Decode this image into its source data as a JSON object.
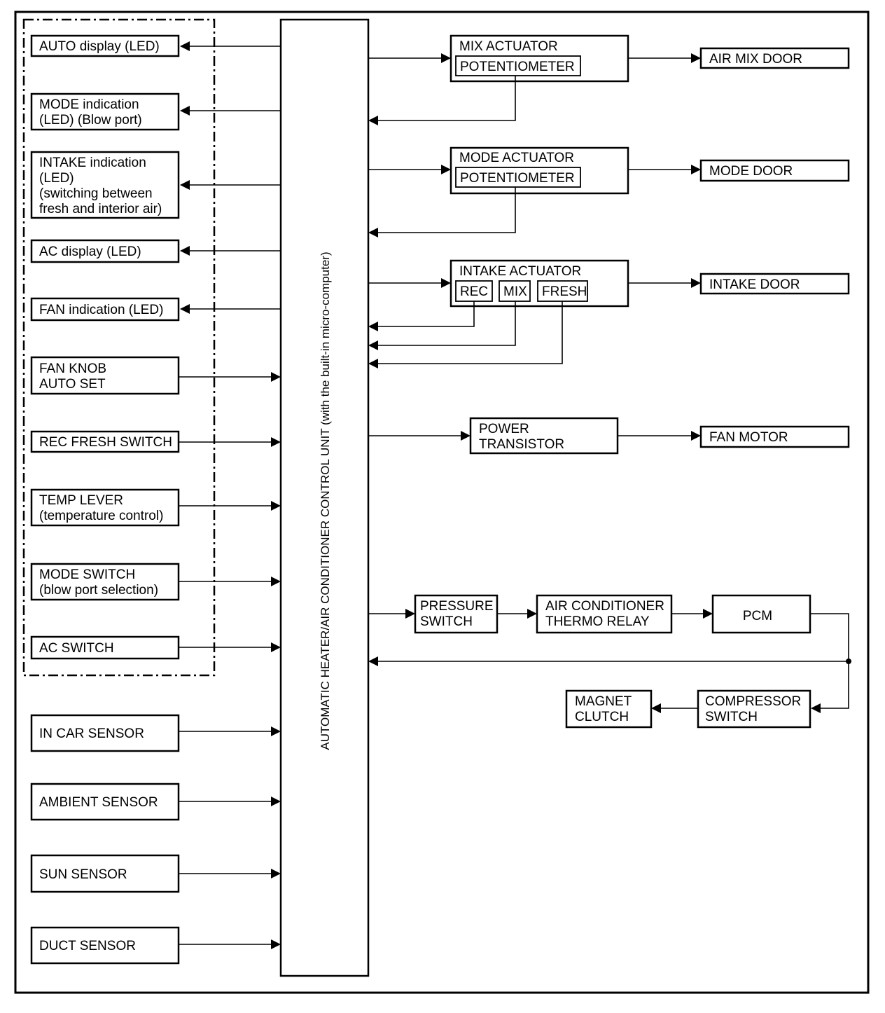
{
  "control_unit": "AUTOMATIC HEATER/AIR CONDITIONER CONTROL UNIT (with the built-in micro-computer)",
  "outputs_left": [
    [
      "AUTO display (LED)"
    ],
    [
      "MODE indication",
      "(LED) (Blow port)"
    ],
    [
      "INTAKE indication",
      "(LED)",
      "(switching between",
      "fresh and interior air)"
    ],
    [
      "AC display (LED)"
    ],
    [
      "FAN indication (LED)"
    ]
  ],
  "inputs_left": [
    [
      "FAN KNOB",
      "AUTO SET"
    ],
    [
      "REC FRESH SWITCH"
    ],
    [
      "TEMP LEVER",
      "(temperature control)"
    ],
    [
      "MODE SWITCH",
      "(blow port selection)"
    ],
    [
      "AC SWITCH"
    ]
  ],
  "sensors": [
    [
      "IN CAR SENSOR"
    ],
    [
      "AMBIENT SENSOR"
    ],
    [
      "SUN SENSOR"
    ],
    [
      "DUCT SENSOR"
    ]
  ],
  "mix_actuator": {
    "title": "MIX ACTUATOR",
    "sub": "POTENTIOMETER",
    "door": "AIR MIX DOOR"
  },
  "mode_actuator": {
    "title": "MODE ACTUATOR",
    "sub": "POTENTIOMETER",
    "door": "MODE DOOR"
  },
  "intake_actuator": {
    "title": "INTAKE ACTUATOR",
    "rec": "REC",
    "mix": "MIX",
    "fresh": "FRESH",
    "door": "INTAKE DOOR"
  },
  "power_transistor": [
    "POWER",
    "TRANSISTOR"
  ],
  "fan_motor": "FAN MOTOR",
  "pressure_switch": [
    "PRESSURE",
    "SWITCH"
  ],
  "thermo_relay": [
    "AIR CONDITIONER",
    "THERMO RELAY"
  ],
  "pcm": "PCM",
  "compressor_switch": [
    "COMPRESSOR",
    "SWITCH"
  ],
  "magnet_clutch": [
    "MAGNET",
    "CLUTCH"
  ]
}
